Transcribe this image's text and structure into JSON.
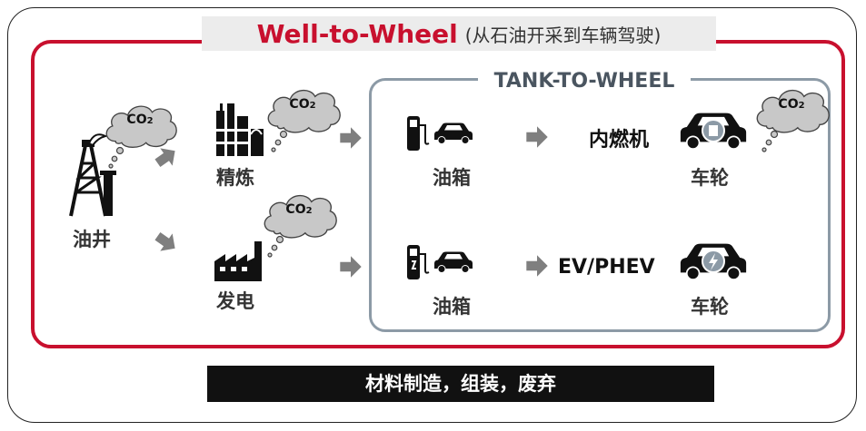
{
  "title": {
    "main": "Well-to-Wheel",
    "sub": "(从石油开采到车辆驾驶)"
  },
  "tank_title": "TANK-TO-WHEEL",
  "labels": {
    "oil_well": "油井",
    "refining": "精炼",
    "power": "发电",
    "tank_top": "油箱",
    "tank_bottom": "油箱",
    "wheel_top": "车轮",
    "wheel_bottom": "车轮"
  },
  "engine_labels": {
    "ice": "内燃机",
    "ev": "EV/PHEV"
  },
  "co2": {
    "text": "CO",
    "sub": "2"
  },
  "bottom_bar": "材料制造，组装，废弃",
  "colors": {
    "accent_red": "#c8102e",
    "tank_border": "#8c9aa6",
    "cloud": "#c8c8c8",
    "arrow": "#7f7f7f"
  },
  "icons": [
    "oil-derrick-icon",
    "refinery-icon",
    "factory-icon",
    "fuel-pump-icon",
    "charging-station-icon",
    "car-icon",
    "engine-icon",
    "lightning-icon",
    "arrow-icon",
    "co2-cloud-icon"
  ]
}
